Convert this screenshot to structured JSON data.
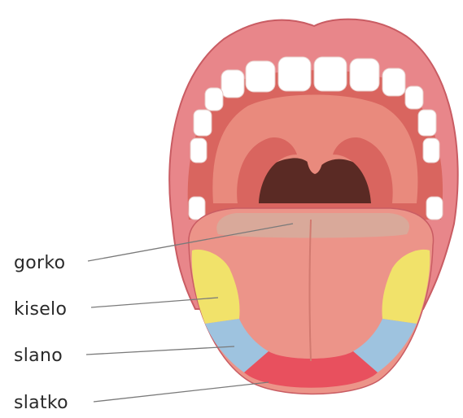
{
  "labels": {
    "bitter": "gorko",
    "sour": "kiselo",
    "salty": "slano",
    "sweet": "slatko"
  },
  "colors": {
    "lip": "#e8868a",
    "lip_outline": "#c95c63",
    "mouth_interior": "#d9655f",
    "palate": "#e98a7d",
    "throat": "#5a2a24",
    "teeth": "#ffffff",
    "tongue": "#ec9489",
    "bitter_zone": "#d9a99a",
    "sour_zone": "#f1e26a",
    "salty_zone": "#9ec3df",
    "sweet_zone": "#e8505e",
    "leader_line": "#7a7a7a"
  }
}
